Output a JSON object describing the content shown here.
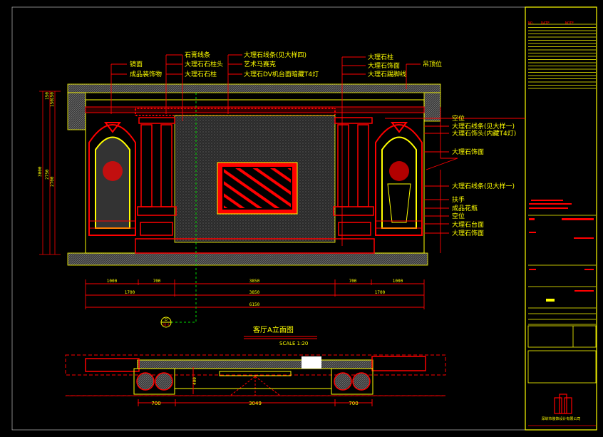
{
  "drawing": {
    "title": "客厅A立面图",
    "scale": "SCALE 1:20",
    "section_mark": "D",
    "section_sheet": "04-4",
    "labels_top": [
      "镜面",
      "成品装饰物",
      "石膏线条",
      "大理石石柱头",
      "大理石石柱",
      "大理石线条(见大样四)",
      "艺术马赛克",
      "大理石DV机台面暗藏T4灯",
      "大理石柱",
      "大理石饰面",
      "大理石踢脚线",
      "吊顶位"
    ],
    "labels_right": [
      "空位",
      "大理石线条(见大样一)",
      "大理石饰头(内藏T4灯)",
      "大理石饰面",
      "大理石线条(见大样一)",
      "扶手",
      "成品花瓶",
      "空位",
      "大理石台面",
      "大理石饰面"
    ],
    "dims_row1": [
      "1000",
      "700",
      "3850",
      "700",
      "1000"
    ],
    "dims_row2": [
      "1700",
      "3850",
      "1700"
    ],
    "dims_total": "6150",
    "dims_vertical": [
      "3000",
      "2750",
      "2700",
      "150",
      "150",
      "150"
    ],
    "plan_dims": [
      "700",
      "3049",
      "700"
    ],
    "plan_depth": "400"
  },
  "title_block": {
    "header": [
      "NO.",
      "DATE",
      "NOTE"
    ],
    "company": "深圳市装饰设计有限公司"
  },
  "colors": {
    "line": "#ff0000",
    "text": "#ffff00",
    "frame": "#ffff00"
  }
}
